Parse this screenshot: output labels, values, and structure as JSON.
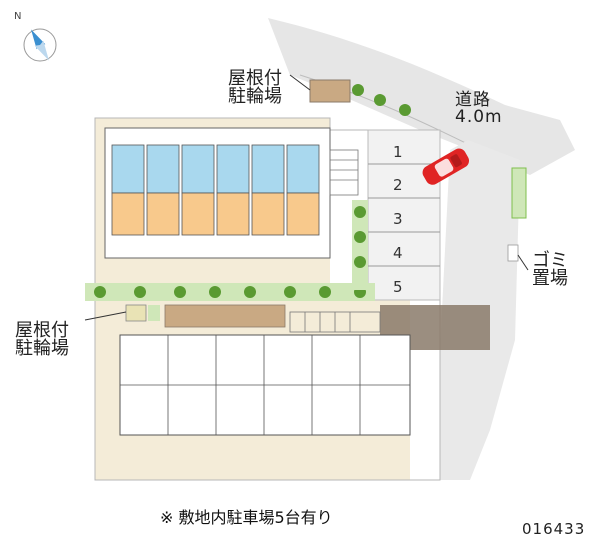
{
  "labels": {
    "roof_bike_parking_top": [
      "屋根付",
      "駐輪場"
    ],
    "roof_bike_parking_left": [
      "屋根付",
      "駐輪場"
    ],
    "road": [
      "道路",
      "4.0m"
    ],
    "garbage": [
      "ゴミ",
      "置場"
    ],
    "note": "※ 敷地内駐車場5台有り",
    "property_code": "016433"
  },
  "parking_slots": [
    "1",
    "2",
    "3",
    "4",
    "5"
  ],
  "compass": {
    "north_label": "N"
  },
  "colors": {
    "road": "#e6e6e6",
    "building_outer": "#f4ecd8",
    "unit_blue": "#a9d8ee",
    "unit_orange": "#f8c98c",
    "greenery": "#7fbf4d",
    "car_red": "#e02424",
    "parking_lot": "#f2f2f2",
    "walkway": "#8a7a6a"
  }
}
